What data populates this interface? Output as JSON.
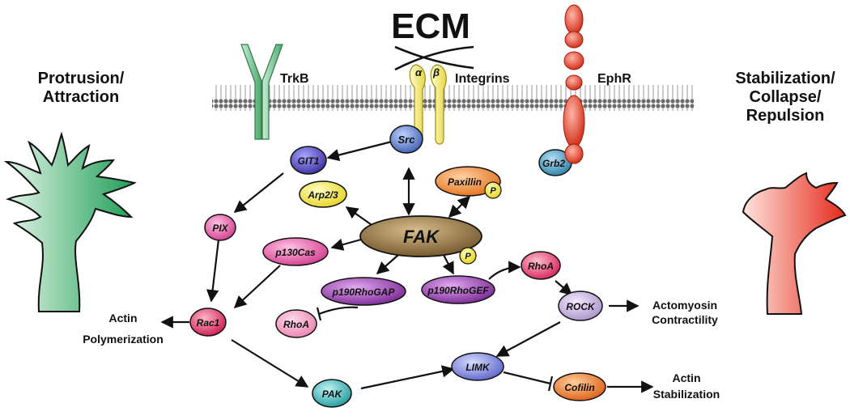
{
  "title": "ECM",
  "receptors": {
    "trkb": "TrkB",
    "integrins": "Integrins",
    "alpha": "α",
    "beta": "β",
    "ephr": "EphR"
  },
  "sides": {
    "left_line1": "Protrusion/",
    "left_line2": "Attraction",
    "right_line1": "Stabilization/",
    "right_line2": "Collapse/",
    "right_line3": "Repulsion"
  },
  "nodes": {
    "src": "Src",
    "grb2": "Grb2",
    "git1": "GIT1",
    "arp23": "Arp2/3",
    "paxillin": "Paxillin",
    "fak": "FAK",
    "pix": "PIX",
    "p130cas": "p130Cas",
    "p190rhogap": "p190RhoGAP",
    "p190rhogef": "p190RhoGEF",
    "rhoa_upper": "RhoA",
    "rhoa_lower": "RhoA",
    "rock": "ROCK",
    "rac1": "Rac1",
    "limk": "LIMK",
    "pak": "PAK",
    "cofilin": "Cofilin",
    "phospho": "P"
  },
  "outputs": {
    "actin_poly_1": "Actin",
    "actin_poly_2": "Polymerization",
    "actomyosin_1": "Actomyosin",
    "actomyosin_2": "Contractility",
    "actin_stab_1": "Actin",
    "actin_stab_2": "Stabilization"
  },
  "colors": {
    "membrane": "#555555",
    "trkb": "#6fbf8a",
    "integrin": "#f4ee8c",
    "ephr": "#e8402a",
    "green_cell": "#43b374",
    "red_cell": "#e94a3a",
    "fak": "#8b6d3c"
  }
}
